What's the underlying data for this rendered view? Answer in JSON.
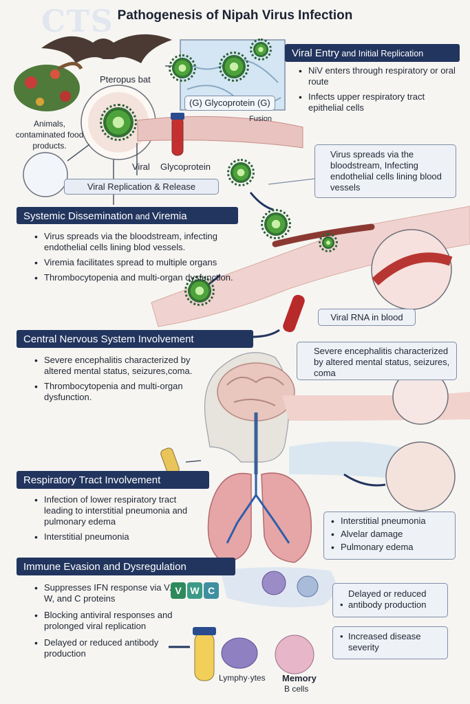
{
  "title": "Pathogenesis of Nipah Virus Infection",
  "watermark": "CTS",
  "sections": {
    "viral_entry": {
      "banner_main": "Viral Entry",
      "banner_sub": " and Initial Replication",
      "bullets": [
        "NiV enters through respiratory or oral route",
        "Infects upper respiratory tract epithelial cells"
      ]
    },
    "systemic": {
      "banner_main": "Systemic Dissemination",
      "banner_and": " and ",
      "banner_end": "Viremia",
      "bullets": [
        "Virus spreads via the bloodstream, infecting endothelial cells lining blod vessels.",
        "Viremia facilitates spread to multiple organs",
        "Thrombocytopenia and multi-organ dysfunction."
      ],
      "box": "Virus spreads via the bloodstream,  Infecting endothelial cells lining blood vessels",
      "rna_label": "Viral RNA in blood"
    },
    "cns": {
      "banner": "Central Nervous System Involvement",
      "bullets": [
        "Severe encephalitis characterized by altered mental status, seizures,coma.",
        "Thrombocytopenia and multi-organ dysfunction."
      ],
      "box": "Severe encephalitis characterized by altered mental status, seizures, coma"
    },
    "respiratory": {
      "banner": "Respiratory Tract Involvement",
      "bullets": [
        "Infection of lower respiratory tract leading to interstitial pneumonia and pulmonary edema",
        "Interstitial pneumonia"
      ],
      "box": [
        "Interstitial pneumonia",
        "Alvelar  damage",
        "Pulmonary edema"
      ]
    },
    "immune": {
      "banner": "Immune Evasion and Dysregulation",
      "bullets": [
        "Suppresses IFN response via V. W, and C proteins",
        "Blocking antiviral responses and prolonged viral replication",
        "Delayed or reduced antibody production"
      ],
      "proteins": [
        "V",
        "W",
        "C"
      ],
      "box1": [
        "Delayed or reduced",
        "antibody production"
      ],
      "box2": [
        "Increased disease",
        "severity"
      ],
      "lymph_label": "Lymphy·ytes",
      "memory_bold": "Memory",
      "memory_sub": "B cells"
    }
  },
  "labels": {
    "bat": "Pteropus bat",
    "animals": "Animals, contaminated food products.",
    "glyco_box": "(G) Glycoprotein (G)",
    "fusion": "Fusion",
    "viral": "Viral",
    "glycoprotein": "Glycoprotein",
    "replication": "Viral Replication & Release"
  },
  "colors": {
    "banner": "#22355e",
    "virus_green": "#4ea23b",
    "blood_red": "#b3202a",
    "box_border": "#7e8ea8"
  }
}
